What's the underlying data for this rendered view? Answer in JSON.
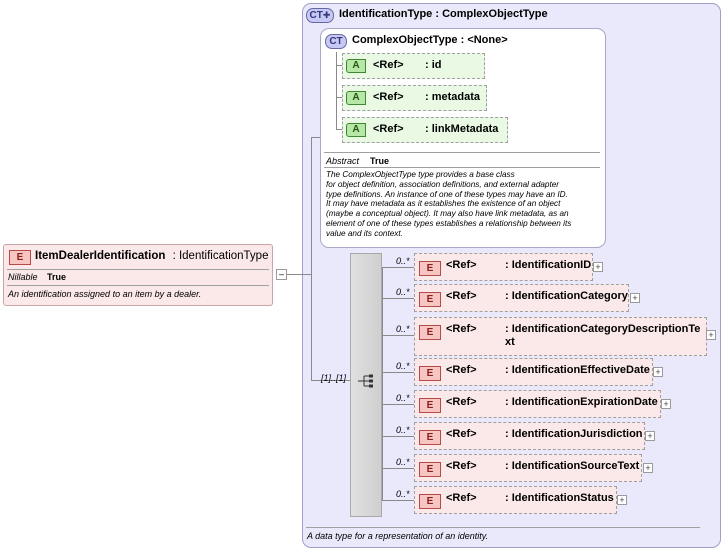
{
  "root_element": {
    "badge": "E",
    "name": "ItemDealerIdentification",
    "type": ": IdentificationType",
    "nillable_label": "Nillable",
    "nillable_value": "True",
    "doc": "An identification assigned to an item by a dealer.",
    "collapse": "–"
  },
  "complex_type": {
    "badge": "CT",
    "title": "IdentificationType : ComplexObjectType",
    "doc": "A data type for a representation of an identity."
  },
  "base_type": {
    "badge": "CT",
    "title": "ComplexObjectType : <None>",
    "attributes": [
      {
        "badge": "A",
        "ref": "<Ref>",
        "name": ": id"
      },
      {
        "badge": "A",
        "ref": "<Ref>",
        "name": ": metadata"
      },
      {
        "badge": "A",
        "ref": "<Ref>",
        "name": ": linkMetadata"
      }
    ],
    "abstract_label": "Abstract",
    "abstract_value": "True",
    "doc_lines": [
      "The ComplexObjectType type provides a base class",
      "for object definition, association definitions, and external adapter",
      "type definitions. An instance of one of these types may have an ID.",
      "It may have metadata as it establishes the existence of an object",
      "(maybe a conceptual object). It may also have link metadata, as an",
      "element of one of these types establishes a relationship between its",
      "value and its context."
    ]
  },
  "sequence": {
    "cardinality": "[1]..[1]"
  },
  "children": [
    {
      "badge": "E",
      "card": "0..*",
      "ref": "<Ref>",
      "name": ": IdentificationID",
      "plus": "+"
    },
    {
      "badge": "E",
      "card": "0..*",
      "ref": "<Ref>",
      "name": ": IdentificationCategory",
      "plus": "+"
    },
    {
      "badge": "E",
      "card": "0..*",
      "ref": "<Ref>",
      "name": ": IdentificationCategoryDescriptionTe",
      "name2": "xt",
      "plus": "+"
    },
    {
      "badge": "E",
      "card": "0..*",
      "ref": "<Ref>",
      "name": ": IdentificationEffectiveDate",
      "plus": "+"
    },
    {
      "badge": "E",
      "card": "0..*",
      "ref": "<Ref>",
      "name": ": IdentificationExpirationDate",
      "plus": "+"
    },
    {
      "badge": "E",
      "card": "0..*",
      "ref": "<Ref>",
      "name": ": IdentificationJurisdiction",
      "plus": "+"
    },
    {
      "badge": "E",
      "card": "0..*",
      "ref": "<Ref>",
      "name": ": IdentificationSourceText",
      "plus": "+"
    },
    {
      "badge": "E",
      "card": "0..*",
      "ref": "<Ref>",
      "name": ": IdentificationStatus",
      "plus": "+"
    }
  ]
}
